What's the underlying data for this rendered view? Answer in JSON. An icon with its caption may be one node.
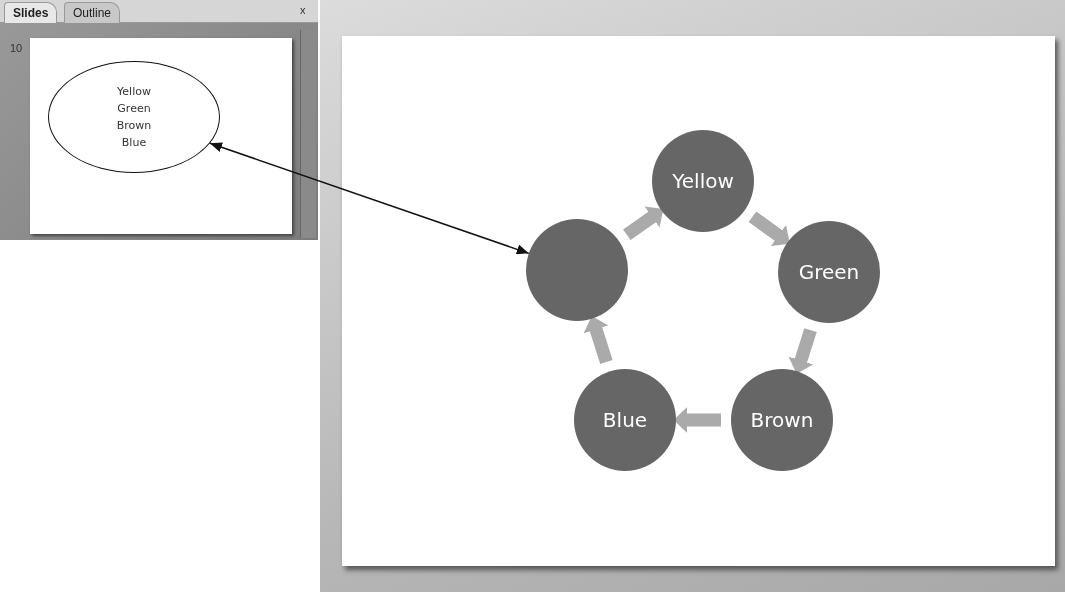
{
  "diagram": {
    "nodes": [
      {
        "text": [
          "Yellow",
          "Green",
          "Brown",
          "Blue"
        ]
      },
      {
        "text": [],
        "shape": "circle"
      },
      {
        "text": [
          "Yellow"
        ]
      },
      {
        "text": [
          "Green"
        ]
      },
      {
        "text": [
          "Brown"
        ]
      },
      {
        "text": [
          "Blue"
        ]
      }
    ],
    "edges": [
      {
        "from": 0,
        "to": 1,
        "arrow": "both",
        "color": "#111111"
      },
      {
        "from": 1,
        "to": 2,
        "arrow": "to"
      },
      {
        "from": 2,
        "to": 3,
        "arrow": "to"
      },
      {
        "from": 3,
        "to": 4,
        "arrow": "to"
      },
      {
        "from": 4,
        "to": 5,
        "arrow": "to"
      },
      {
        "from": 5,
        "to": 1,
        "arrow": "to"
      }
    ],
    "labels": [
      "Slides",
      "Outline",
      "x",
      "10"
    ]
  }
}
